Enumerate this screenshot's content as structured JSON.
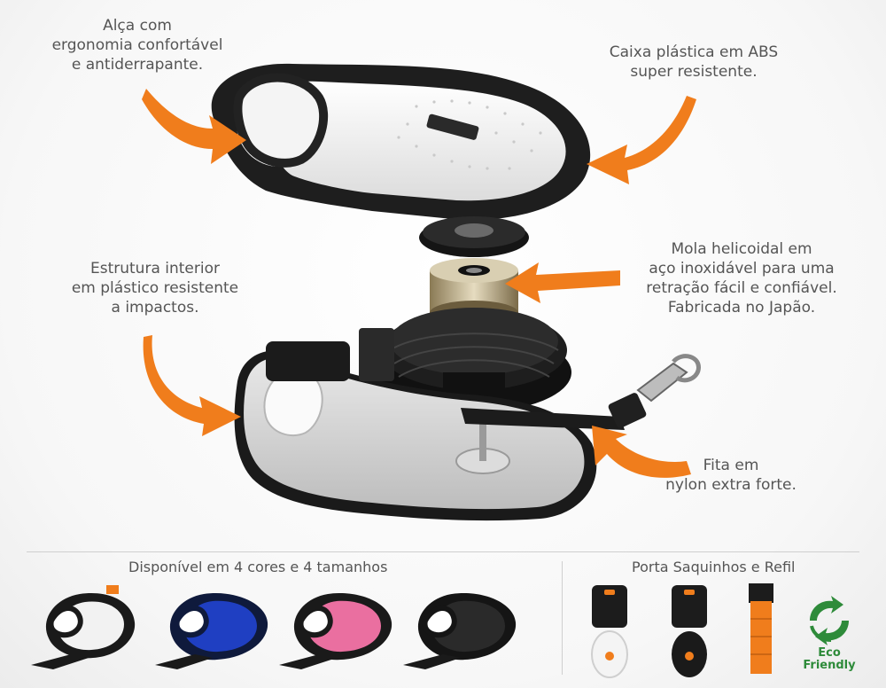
{
  "callouts": {
    "handle": [
      "Alça com",
      "ergonomia confortável",
      "e antiderrapante."
    ],
    "case": [
      "Caixa plástica em ABS",
      "super resistente."
    ],
    "structure": [
      "Estrutura interior",
      "em plástico resistente",
      "a impactos."
    ],
    "spring": [
      "Mola helicoidal em",
      "aço inoxidável para uma",
      "retração fácil e confiável.",
      "Fabricada no Japão."
    ],
    "tape": [
      "Fita em",
      "nylon extra forte."
    ]
  },
  "sections": {
    "colors_title": "Disponível em 4 cores e 4 tamanhos",
    "bags_title": "Porta Saquinhos e Refil"
  },
  "eco_badge": [
    "Eco",
    "Friendly"
  ],
  "colors": {
    "accent_arrow": "#f07d1c",
    "leash_variants": [
      "#f2f2f2",
      "#1f3fc2",
      "#ea6fa0",
      "#2a2a2a"
    ],
    "eco_green": "#2e8b3a"
  }
}
